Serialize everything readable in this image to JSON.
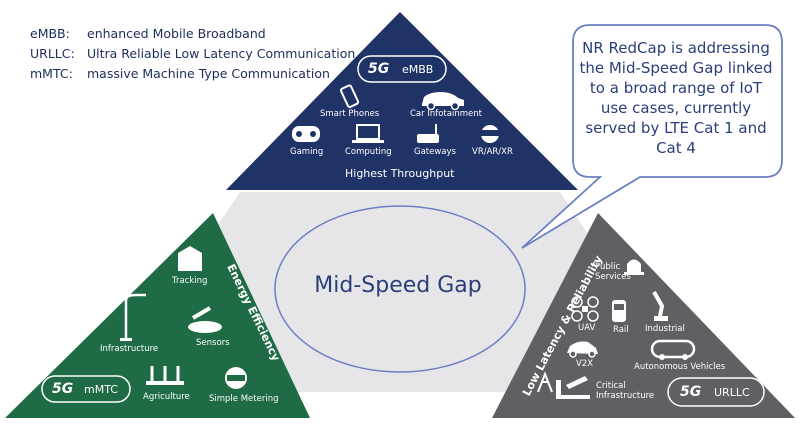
{
  "legend": [
    {
      "abbr": "eMBB:",
      "text": "enhanced Mobile Broadband"
    },
    {
      "abbr": "URLLC:",
      "text": "Ultra Reliable Low Latency Communication"
    },
    {
      "abbr": "mMTC:",
      "text": "massive Machine Type Communication"
    }
  ],
  "callout": {
    "text": "NR RedCap is addressing the Mid-Speed Gap linked to a broad range of IoT use cases, currently served by LTE Cat 1 and Cat 4"
  },
  "center": {
    "label": "Mid-Speed Gap"
  },
  "embb": {
    "badge_5g": "5G",
    "badge": "eMBB",
    "items": [
      "Smart Phones",
      "Car Infotainment",
      "Gaming",
      "Computing",
      "Gateways",
      "VR/AR/XR"
    ],
    "footer": "Highest Throughput",
    "color": "#1f3366"
  },
  "mmtc": {
    "badge_5g": "5G",
    "badge": "mMTC",
    "items": [
      "Tracking",
      "Infrastructure",
      "Sensors",
      "Agriculture",
      "Simple Metering"
    ],
    "side": "Energy Efficiency",
    "color": "#1e6b45"
  },
  "urllc": {
    "badge_5g": "5G",
    "badge": "URLLC",
    "items": [
      "Public Services",
      "UAV",
      "Rail",
      "Industrial",
      "V2X",
      "Autonomous Vehicles",
      "Critical Infrastructure"
    ],
    "side": "Low Latency & Reliability",
    "color": "#5e6063"
  },
  "colors": {
    "gap_bg": "#e6e6e8",
    "accent": "#2c3e7a",
    "ellipse": "#6d7fc4"
  }
}
